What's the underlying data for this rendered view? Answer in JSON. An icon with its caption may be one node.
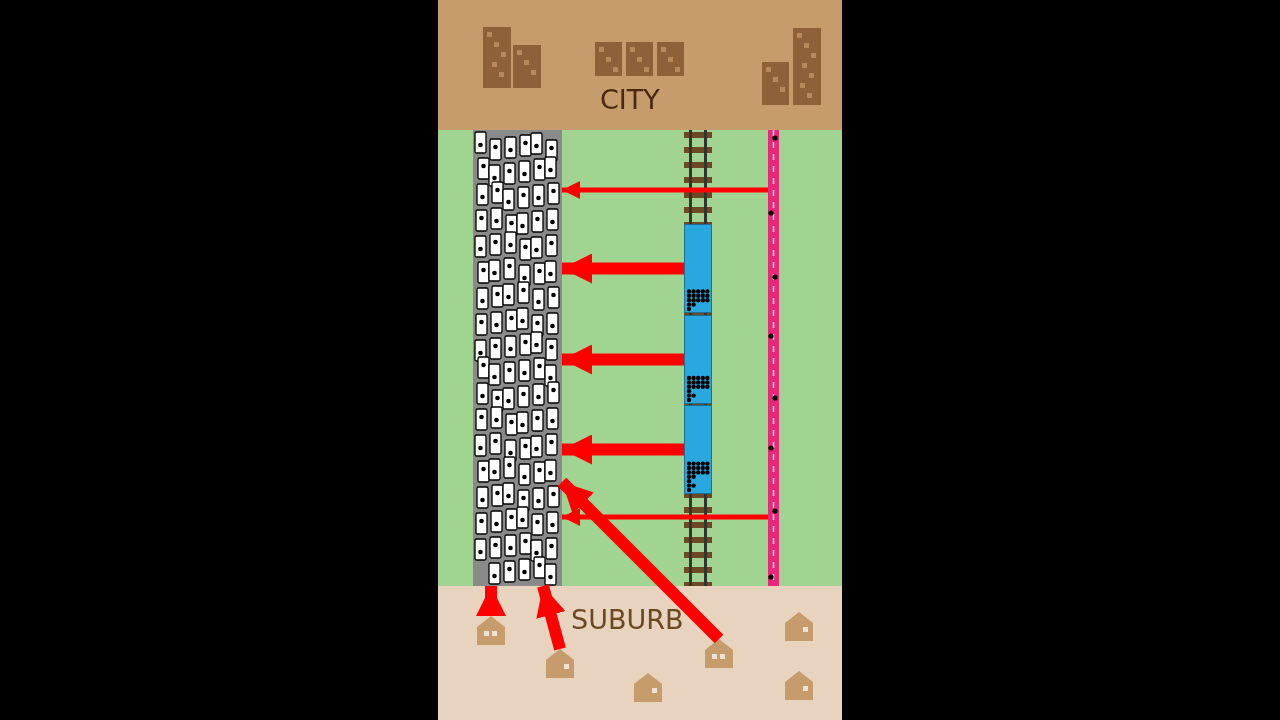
{
  "diagram": {
    "nodes": [
      {
        "text": [
          "CITY"
        ]
      },
      {
        "text": [
          "SUBURB"
        ]
      },
      {
        "text": [],
        "shape": "picture"
      },
      {
        "text": [],
        "shape": "picture"
      },
      {
        "text": [],
        "shape": "box",
        "in": 3
      },
      {
        "text": [],
        "shape": "box",
        "in": 3
      },
      {
        "text": [],
        "shape": "box",
        "in": 3
      },
      {
        "text": [],
        "shape": "bar"
      },
      {
        "text": [],
        "shape": "picture",
        "in": 1
      },
      {
        "text": [],
        "shape": "picture",
        "in": 1
      },
      {
        "text": [],
        "shape": "picture",
        "in": 1
      },
      {
        "text": [],
        "shape": "picture",
        "in": 1
      },
      {
        "text": [],
        "shape": "picture",
        "in": 1
      },
      {
        "text": [],
        "shape": "picture",
        "in": 1
      }
    ],
    "edges": [
      {
        "from": 7,
        "to": 2,
        "arrow": "to"
      },
      {
        "from": 4,
        "to": 2,
        "arrow": "to"
      },
      {
        "from": 5,
        "to": 2,
        "arrow": "to"
      },
      {
        "from": 6,
        "to": 2,
        "arrow": "to"
      },
      {
        "from": 7,
        "to": 2,
        "arrow": "to"
      },
      {
        "from": 8,
        "to": 2,
        "arrow": "to"
      },
      {
        "from": 9,
        "to": 2,
        "arrow": "to"
      },
      {
        "from": 11,
        "to": 2,
        "arrow": "to"
      }
    ]
  }
}
